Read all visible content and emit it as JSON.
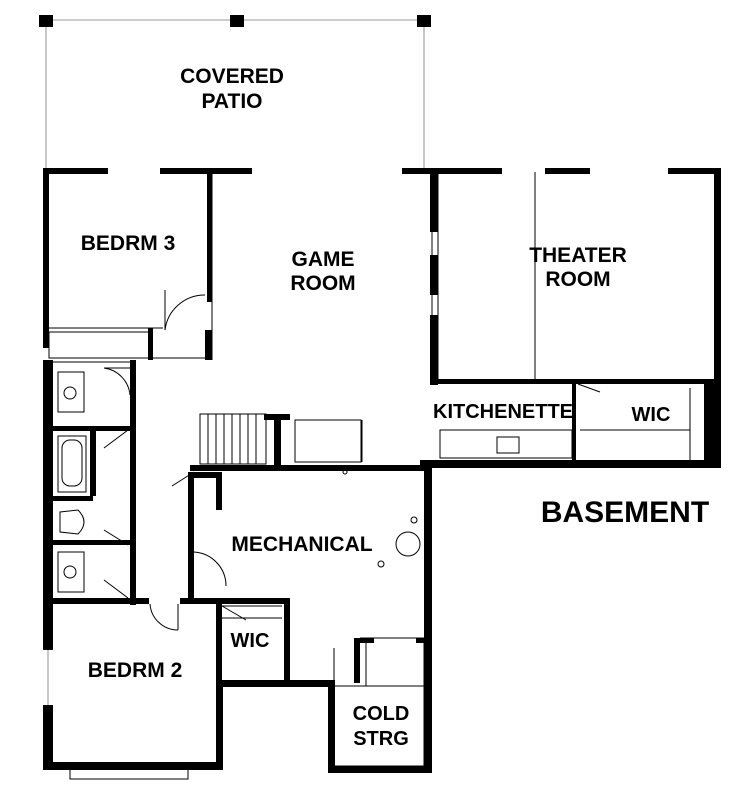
{
  "plan": {
    "title": "BASEMENT",
    "rooms": {
      "covered_patio": [
        "COVERED",
        "PATIO"
      ],
      "bedroom_3": "BEDRM 3",
      "game_room": [
        "GAME",
        "ROOM"
      ],
      "theater_room": [
        "THEATER",
        "ROOM"
      ],
      "kitchenette": "KITCHENETTE",
      "wic_upper": "WIC",
      "mechanical": "MECHANICAL",
      "wic_lower": "WIC",
      "bedroom_2": "BEDRM 2",
      "cold_storage": [
        "COLD",
        "STRG"
      ]
    }
  }
}
